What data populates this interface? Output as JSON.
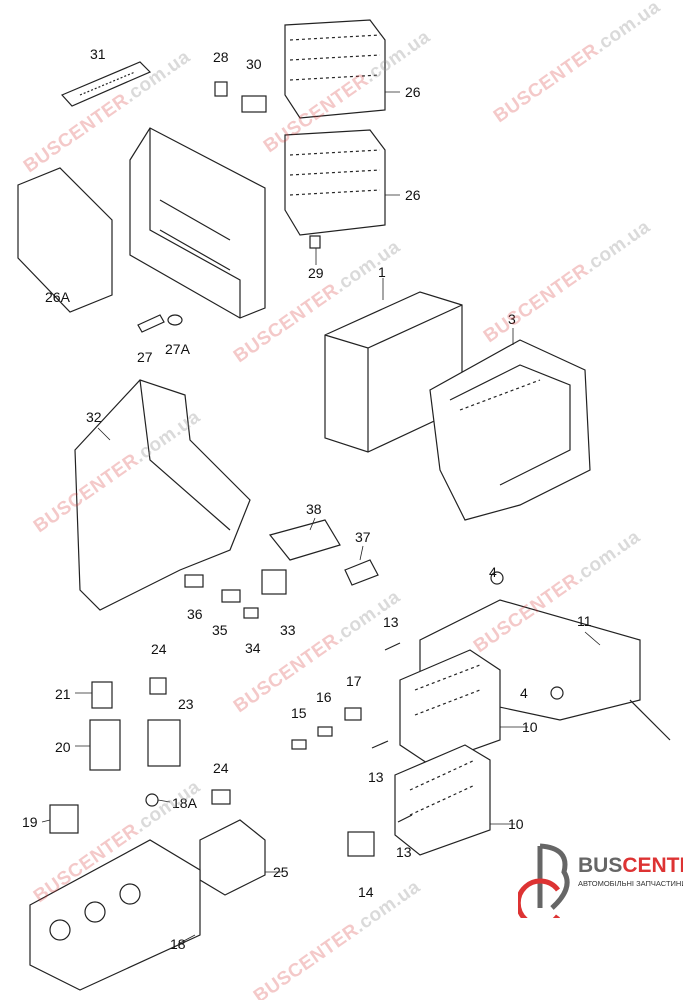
{
  "watermark": {
    "brand": "BUSCENTER",
    "domain": ".com.ua"
  },
  "logo": {
    "brand_a": "BUS",
    "brand_b": "CENTER",
    "subtitle": "АВТОМОБІЛЬНІ ЗАПЧАСТИНИ"
  },
  "callouts": [
    "31",
    "28",
    "30",
    "26",
    "26",
    "26A",
    "29",
    "27",
    "27A",
    "1",
    "3",
    "32",
    "38",
    "37",
    "36",
    "35",
    "34",
    "33",
    "4",
    "11",
    "13",
    "4",
    "10",
    "13",
    "10",
    "13",
    "15",
    "16",
    "17",
    "14",
    "24",
    "21",
    "23",
    "20",
    "18A",
    "19",
    "24",
    "25",
    "18"
  ]
}
